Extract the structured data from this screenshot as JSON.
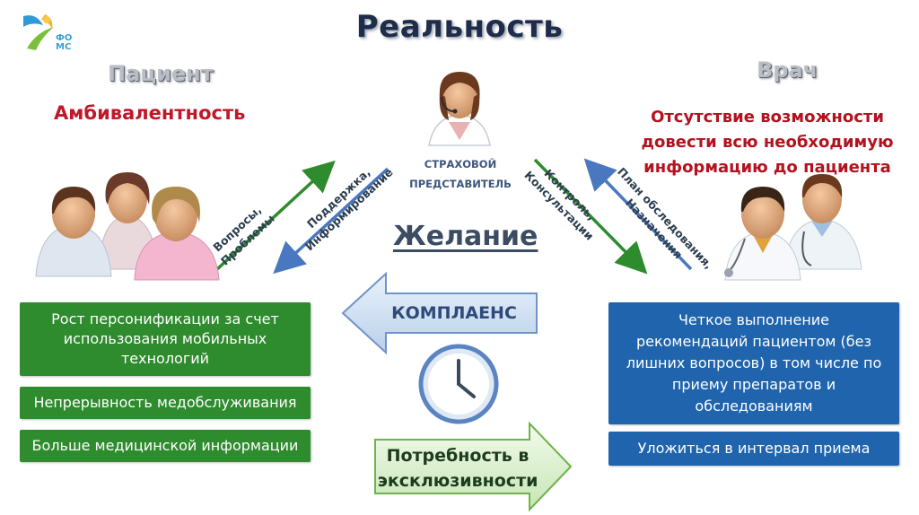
{
  "logo": {
    "text_line1": "ФО",
    "text_line2": "МС",
    "icon": "foms-logo-icon"
  },
  "title": "Реальность",
  "patient": {
    "label": "Пациент",
    "subtitle": "Амбивалентность",
    "boxes": [
      {
        "lines": [
          "Рост персонификации за счет",
          "использования мобильных",
          "технологий"
        ]
      },
      {
        "lines": [
          "Непрерывность медобслуживания"
        ]
      },
      {
        "lines": [
          "Больше медицинской информации"
        ]
      }
    ]
  },
  "doctor": {
    "label": "Врач",
    "subtitle_lines": [
      "Отсутствие возможности",
      "довести всю необходимую",
      "информацию до пациента"
    ],
    "boxes": [
      {
        "lines": [
          "Четкое выполнение",
          "рекомендаций пациентом (без",
          "лишних вопросов) в том числе по",
          "приему препаратов и",
          "обследованиям"
        ]
      },
      {
        "lines": [
          "Уложиться в интервал приема"
        ]
      }
    ]
  },
  "insurer": {
    "lines": [
      "СТРАХОВОЙ",
      "ПРЕДСТАВИТЕЛЬ"
    ]
  },
  "center": {
    "desire": "Желание",
    "compliance": "КОМПЛАЕНС",
    "need_lines": [
      "Потребность в",
      "эксклюзивности"
    ]
  },
  "arrows": {
    "left_up": [
      "Вопросы,",
      "Проблемы"
    ],
    "left_down": [
      "Поддержка,",
      "Информирование"
    ],
    "right_down": [
      "Контроль,",
      "Консультации"
    ],
    "right_up": [
      "План обследования,",
      "Назначения"
    ]
  },
  "colors": {
    "green": "#2e8b2e",
    "blue": "#1f64ac",
    "red": "#c0182a",
    "arrow_green": "#2e8b2e",
    "arrow_blue": "#4a78c0"
  }
}
